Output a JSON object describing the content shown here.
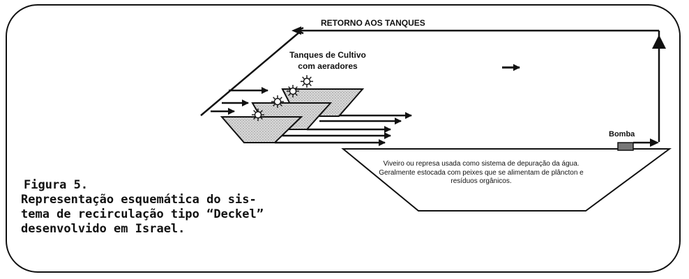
{
  "diagram": {
    "return_label": "RETORNO AOS TANQUES",
    "tanks_label_line1": "Tanques de Cultivo",
    "tanks_label_line2": "com aeradores",
    "pump_label": "Bomba",
    "pond_text": "Viveiro ou represa usada como sistema de depuração da água. Geralmente estocada com peixes que se alimentam de plâncton e resíduos orgânicos.",
    "tank_fill": "#d9d9d9",
    "pump_color": "#777777"
  },
  "caption": {
    "line1": "Figura 5.",
    "line2": "Representação esquemática do sis-",
    "line3": "tema de recirculação tipo “Deckel”",
    "line4": "desenvolvido em Israel."
  }
}
